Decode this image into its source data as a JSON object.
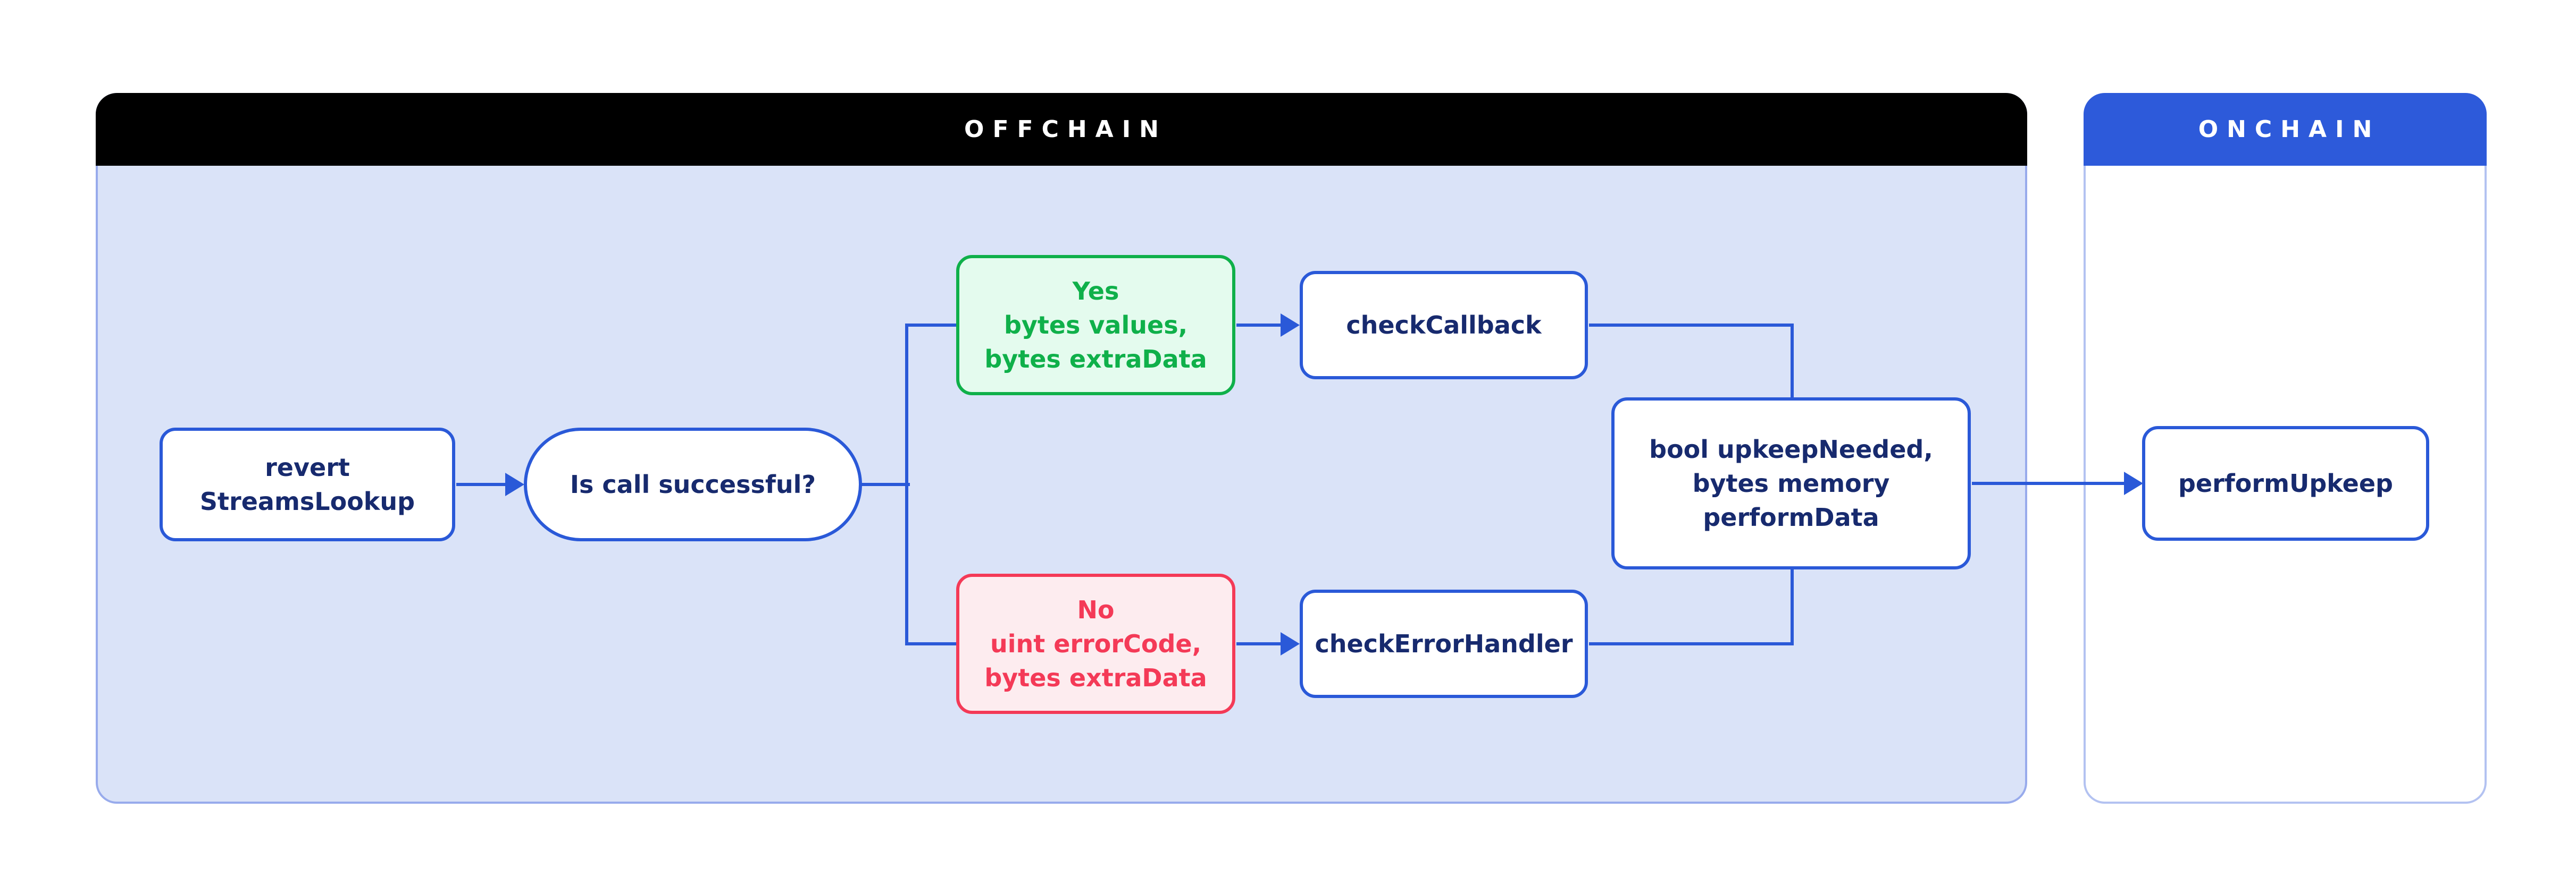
{
  "offchain": {
    "title": "OFFCHAIN"
  },
  "onchain": {
    "title": "ONCHAIN"
  },
  "colors": {
    "accent_blue": "#2a59d8",
    "navy": "#172a6e",
    "green": "#0fb04a",
    "green_fill": "#e4fbee",
    "red": "#f43a57",
    "red_fill": "#fdecef",
    "offchain_fill": "#dae3f8",
    "offchain_border": "#98abec",
    "offchain_header": "#000000",
    "onchain_border": "#b3c2f1",
    "onchain_header": "#2d5ada",
    "white": "#ffffff"
  },
  "nodes": {
    "revert": {
      "lines": [
        "revert",
        "StreamsLookup"
      ]
    },
    "decision": {
      "lines": [
        "Is call successful?"
      ]
    },
    "yes": {
      "lines": [
        "Yes",
        "bytes values,",
        "bytes extraData"
      ]
    },
    "check_callback": {
      "lines": [
        "checkCallback"
      ]
    },
    "no": {
      "lines": [
        "No",
        "uint errorCode,",
        "bytes extraData"
      ]
    },
    "check_error_handler": {
      "lines": [
        "checkErrorHandler"
      ]
    },
    "merge": {
      "lines": [
        "bool upkeepNeeded,",
        "bytes memory",
        "performData"
      ]
    },
    "perform_upkeep": {
      "lines": [
        "performUpkeep"
      ]
    }
  }
}
